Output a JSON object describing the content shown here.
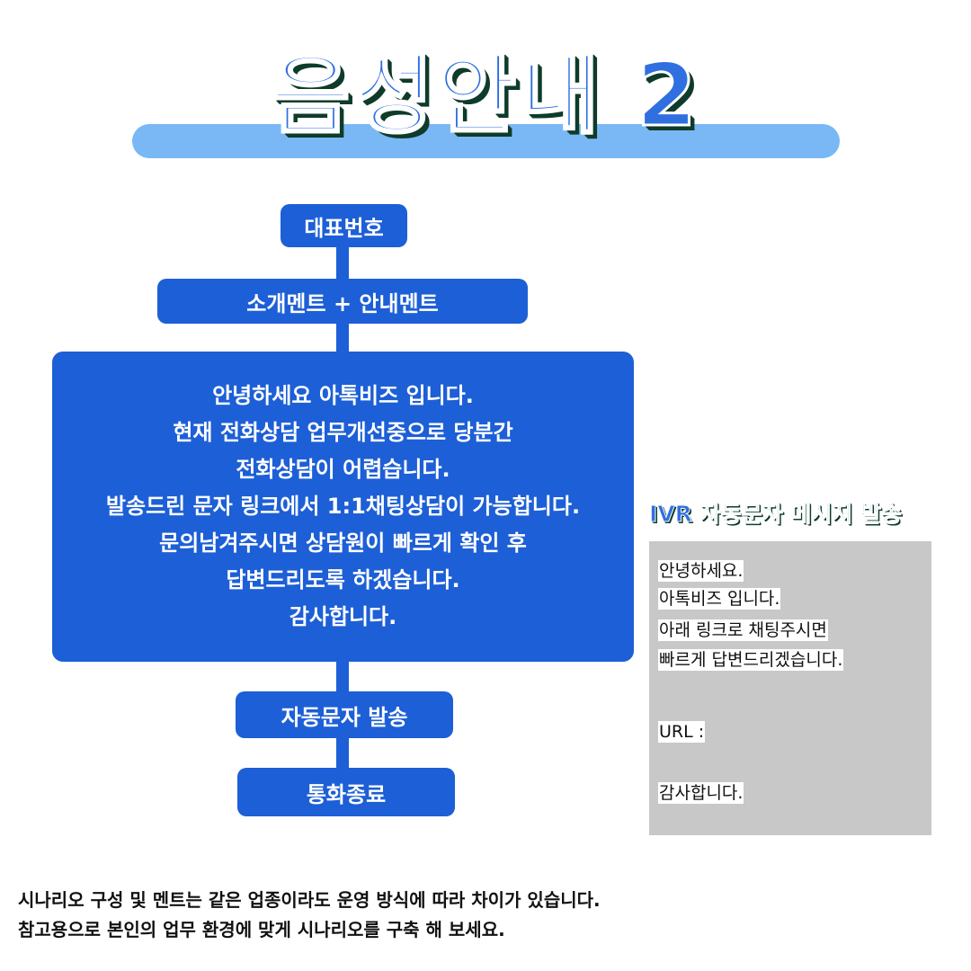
{
  "header": {
    "title": "음성안내  2"
  },
  "flow": {
    "node1": "대표번호",
    "node2": "소개멘트  + 안내멘트",
    "main_lines": [
      "안녕하세요 아톡비즈 입니다.",
      "현재 전화상담 업무개선중으로 당분간",
      "전화상담이 어렵습니다.",
      "발송드린 문자 링크에서 1:1채팅상담이 가능합니다.",
      "문의남겨주시면 상담원이 빠르게 확인 후",
      "답변드리도록 하겠습니다.",
      "감사합니다."
    ],
    "node4": "자동문자 발송",
    "node5": "통화종료"
  },
  "ivr": {
    "title": "IVR 자동문자 메시지 발송",
    "lines": [
      "안녕하세요.",
      "아톡비즈 입니다.",
      "아래 링크로 채팅주시면",
      "빠르게 답변드리겠습니다.",
      "URL :",
      "감사합니다."
    ]
  },
  "footer": {
    "line1": "시나리오 구성 및 멘트는 같은 업종이라도 운영 방식에 따라 차이가 있습니다.",
    "line2": "참고용으로 본인의 업무 환경에 맞게 시나리오를 구축 해 보세요."
  },
  "colors": {
    "primary": "#1d5fd6",
    "title_bar": "#7ab8f5",
    "title_text": "#2f6fe0",
    "sms_bg": "#c8c8c8"
  }
}
